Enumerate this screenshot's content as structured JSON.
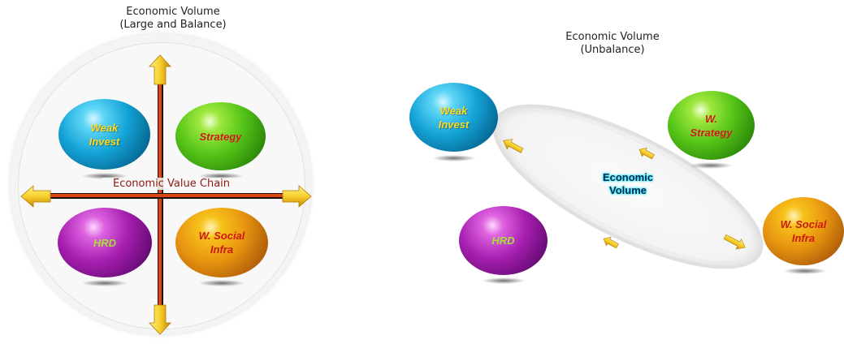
{
  "left": {
    "title_lines": [
      "Economic Volume",
      "(Large and Balance)"
    ],
    "axis_label": "Economic Value Chain",
    "balls": {
      "top_left": [
        "Weak",
        "Invest"
      ],
      "top_right": [
        "Strategy"
      ],
      "bottom_left": [
        "HRD"
      ],
      "bottom_right": [
        "W. Social",
        "Infra"
      ]
    }
  },
  "right": {
    "title_lines": [
      "Economic Volume",
      "(Unbalance)"
    ],
    "center_lines": [
      "Economic",
      "Volume"
    ],
    "balls": {
      "top_left": [
        "Weak",
        "Invest"
      ],
      "top_right": [
        "W.",
        "Strategy"
      ],
      "bottom_left": [
        "HRD"
      ],
      "bottom_right": [
        "W. Social",
        "Infra"
      ]
    }
  },
  "colors": {
    "arrow_fill": "#f7cf2a",
    "axis_line": "#d9480f",
    "label_yellow": "#ffd91a",
    "label_red": "#cc1a12",
    "label_green": "#aadf3a",
    "center_glow": "#35e6ff"
  }
}
